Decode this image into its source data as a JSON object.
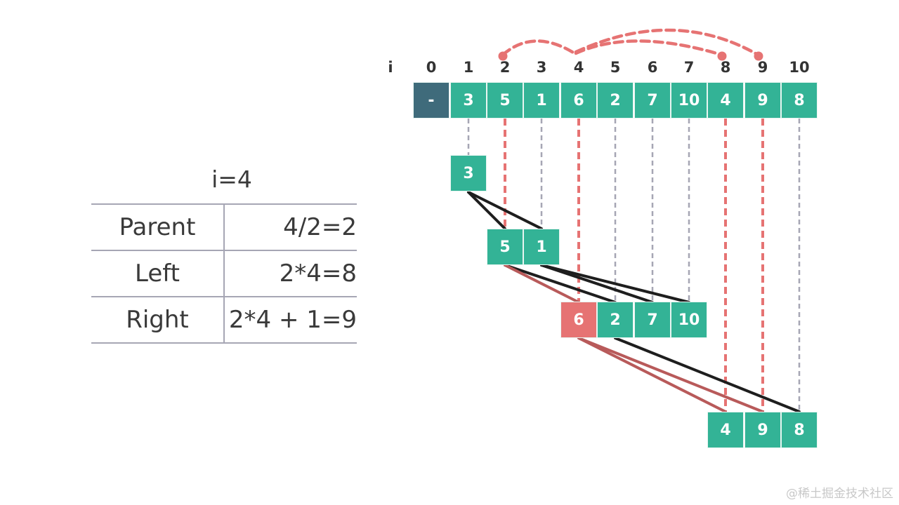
{
  "colors": {
    "teal": "#33b396",
    "slate": "#3f6b7b",
    "highlight_red": "#e67373",
    "dashed_gray": "#a6a6b4",
    "edge_black": "#1e1e1e",
    "edge_red": "#b85a5a"
  },
  "array": {
    "index_label": "i",
    "indices": [
      "0",
      "1",
      "2",
      "3",
      "4",
      "5",
      "6",
      "7",
      "8",
      "9",
      "10"
    ],
    "values": [
      "-",
      "3",
      "5",
      "1",
      "6",
      "2",
      "7",
      "10",
      "4",
      "9",
      "8"
    ]
  },
  "tree": {
    "level1": [
      "3"
    ],
    "level2": [
      "5",
      "1"
    ],
    "level3": [
      "6",
      "2",
      "7",
      "10"
    ],
    "level4": [
      "4",
      "9",
      "8"
    ],
    "highlighted": "6"
  },
  "arcs": [
    {
      "from_index": "4",
      "to_index": "2",
      "meaning": "parent"
    },
    {
      "from_index": "4",
      "to_index": "8",
      "meaning": "left"
    },
    {
      "from_index": "4",
      "to_index": "9",
      "meaning": "right"
    }
  ],
  "info": {
    "title": "i=4",
    "rows": [
      {
        "label": "Parent",
        "value": "4/2=2"
      },
      {
        "label": "Left",
        "value": "2*4=8"
      },
      {
        "label": "Right",
        "value": "2*4 + 1=9"
      }
    ]
  },
  "watermark": "@稀土掘金技术社区"
}
